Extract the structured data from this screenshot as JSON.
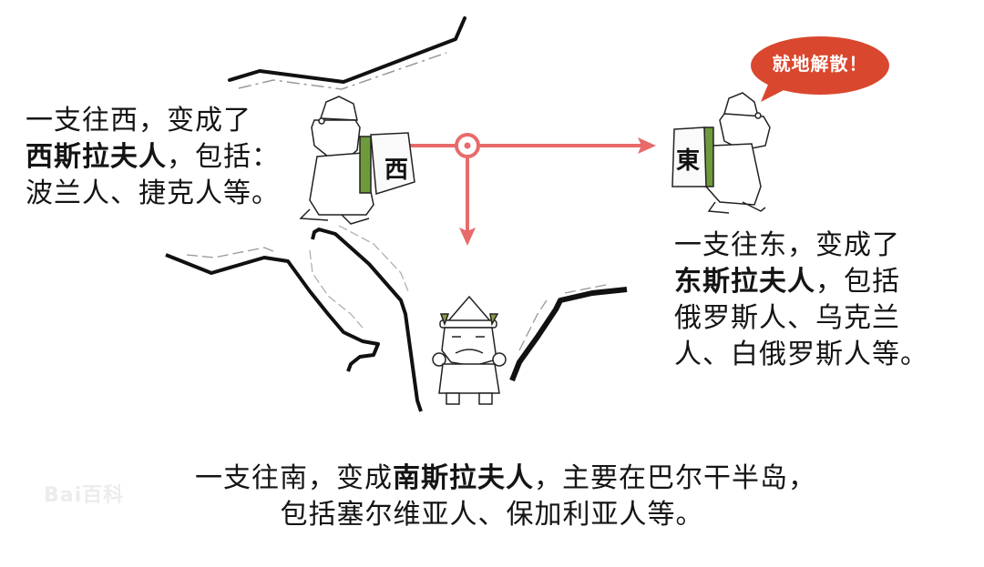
{
  "diagram": {
    "type": "illustrated-migration-map",
    "origin_marker": "center-target-circle",
    "arrow_color": "#e86a6a",
    "bubble_color": "#d9472e",
    "tile_stripe_color": "#6e9a3c",
    "directions": [
      "west",
      "east",
      "south"
    ]
  },
  "speech_bubble": {
    "text": "就地解散！"
  },
  "west": {
    "tile_char": "西",
    "line1": "一支往西，变成了",
    "line2_bold": "西斯拉夫人",
    "line2_rest": "，包括：",
    "line3": "波兰人、捷克人等。"
  },
  "east": {
    "tile_char": "東",
    "line1": "一支往东，变成了",
    "line2_bold": "东斯拉夫人",
    "line2_rest": "，包括",
    "line3": "俄罗斯人、乌克兰",
    "line4": "人、白俄罗斯人等。"
  },
  "south": {
    "line1_pre": "一支往南，变成",
    "line1_bold": "南斯拉夫人",
    "line1_rest": "，主要在巴尔干半岛，",
    "line2": "包括塞尔维亚人、保加利亚人等。"
  },
  "watermark": {
    "text": "Bai百科"
  }
}
